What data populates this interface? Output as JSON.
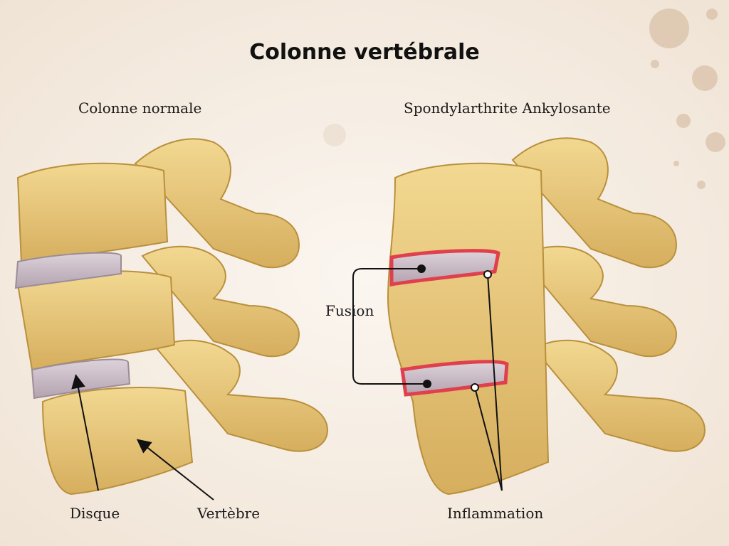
{
  "title": "Colonne vertébrale",
  "panels": {
    "left": {
      "subtitle": "Colonne normale",
      "labels": {
        "disc": "Disque",
        "vertebra": "Vertèbre"
      }
    },
    "right": {
      "subtitle": "Spondylarthrite Ankylosante",
      "labels": {
        "fusion": "Fusion",
        "inflammation": "Inflammation"
      }
    }
  },
  "colors": {
    "background": "#f7efe6",
    "bone": "#e8c77f",
    "bone_dark": "#b9903c",
    "disc": "#c8bac6",
    "inflammation": "#e0404e",
    "line": "#111111"
  }
}
